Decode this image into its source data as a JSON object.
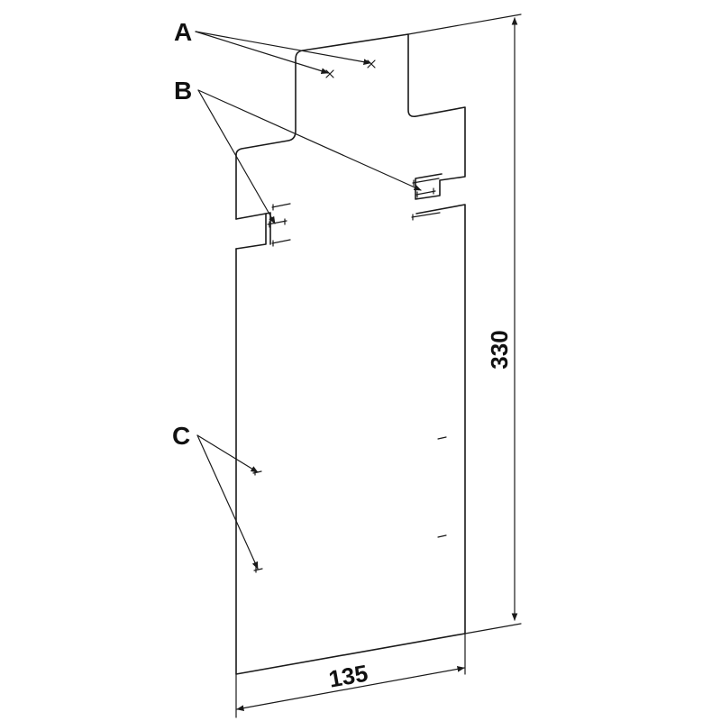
{
  "callouts": {
    "a": "A",
    "b": "B",
    "c": "C"
  },
  "dimensions": {
    "height": "330",
    "width": "135"
  }
}
